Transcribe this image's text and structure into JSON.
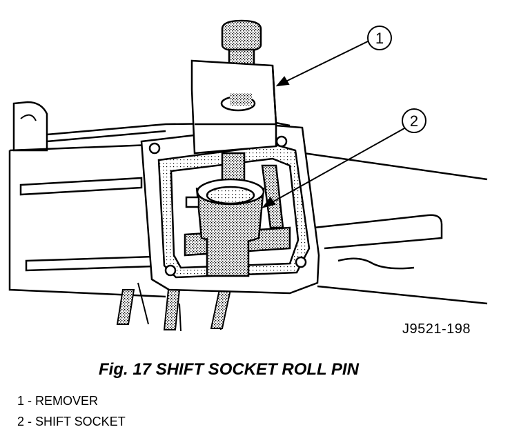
{
  "figure": {
    "code": "J9521-198",
    "callouts": [
      {
        "number": "1"
      },
      {
        "number": "2"
      }
    ]
  },
  "caption": "Fig. 17 SHIFT SOCKET ROLL PIN",
  "legend": [
    {
      "text": "1 - REMOVER"
    },
    {
      "text": "2 - SHIFT SOCKET"
    }
  ]
}
